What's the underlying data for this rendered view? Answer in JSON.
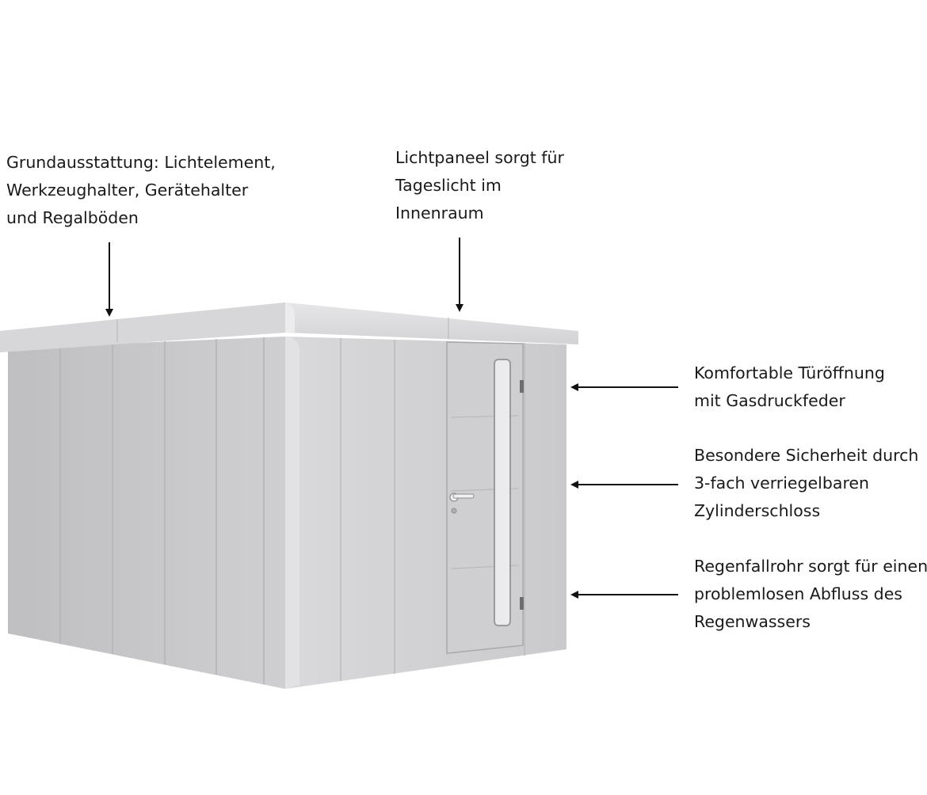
{
  "annotations": {
    "equipment": {
      "lines": [
        "Grundausstattung: Lichtelement,",
        "Werkzeughalter, Gerätehalter",
        "und Regalböden"
      ]
    },
    "light_panel": {
      "lines": [
        "Lichtpaneel sorgt für",
        "Tageslicht im",
        "Innenraum"
      ]
    },
    "door": {
      "lines": [
        "Komfortable Türöffnung",
        "mit Gasdruckfeder"
      ]
    },
    "security": {
      "lines": [
        "Besondere Sicherheit durch",
        "3-fach verriegelbaren",
        "Zylinderschloss"
      ]
    },
    "gutter": {
      "lines": [
        "Regenfallrohr sorgt für einen",
        "problemlosen Abfluss des",
        "Regenwassers"
      ]
    }
  },
  "colors": {
    "text": "#1a1a1a",
    "arrow": "#111111",
    "shed_side": "#c6c6c8",
    "shed_front": "#d3d3d5",
    "roof_edge": "#dcdcde",
    "door": "#cfcfd1",
    "window": "#ebebed"
  },
  "icons": {
    "arrow": "arrow-icon",
    "door_handle": "door-handle-icon"
  }
}
